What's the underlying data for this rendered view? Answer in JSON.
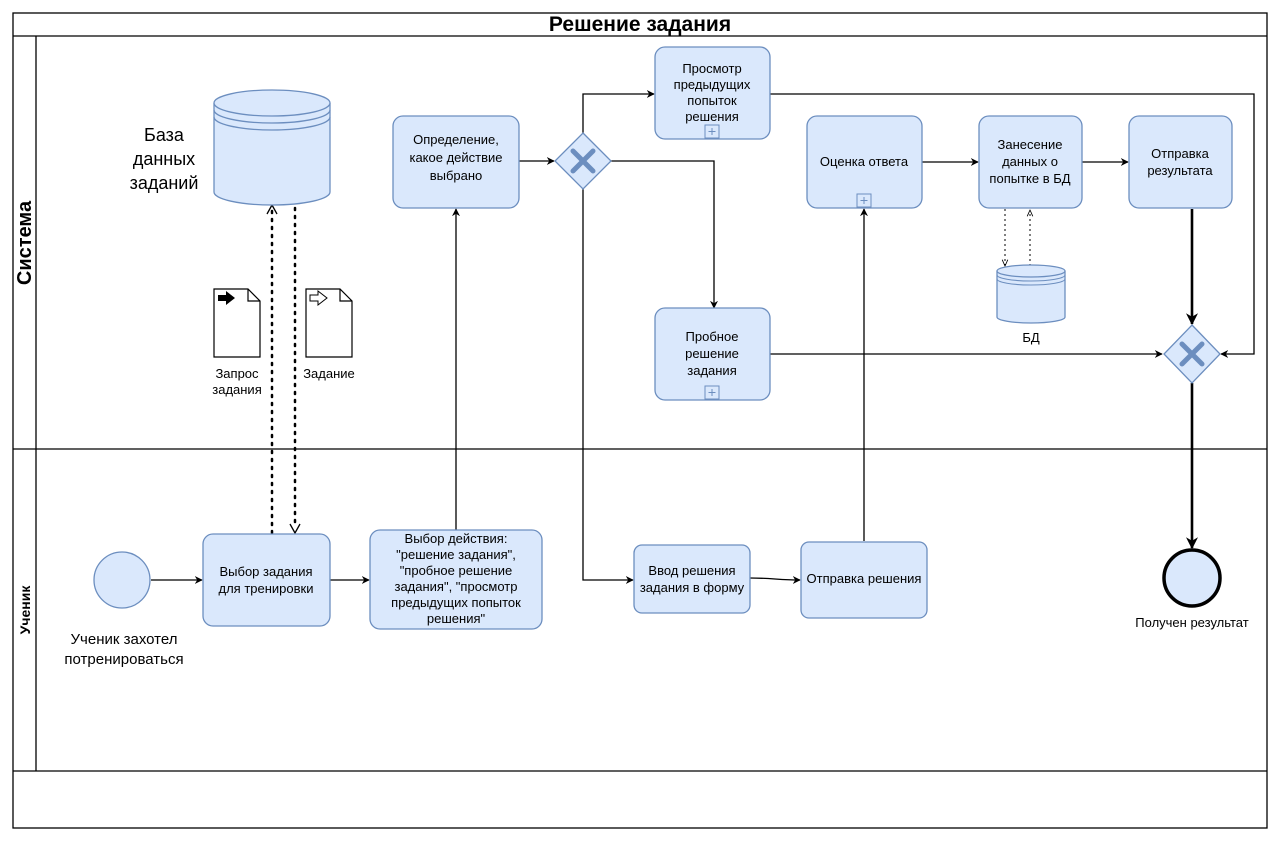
{
  "title": "Решение задания",
  "lanes": {
    "system": "Система",
    "student": "Ученик"
  },
  "data_stores": {
    "task_db": [
      "База",
      "данных",
      "заданий"
    ],
    "db": "БД"
  },
  "data_objects": {
    "request": [
      "Запрос",
      "задания"
    ],
    "task": "Задание"
  },
  "tasks": {
    "define_action": [
      "Определение,",
      "какое действие",
      "выбрано"
    ],
    "view_previous": [
      "Просмотр",
      "предыдущих",
      "попыток",
      "решения"
    ],
    "evaluate": "Оценка ответа",
    "save_attempt": [
      "Занесение",
      "данных о",
      "попытке в БД"
    ],
    "send_result": [
      "Отправка",
      "результата"
    ],
    "trial_solution": [
      "Пробное",
      "решение",
      "задания"
    ],
    "choose_task": [
      "Выбор задания",
      "для тренировки"
    ],
    "choose_action": [
      "Выбор действия:",
      "\"решение задания\",",
      "\"пробное решение",
      "задания\", \"просмотр",
      "предыдущих попыток",
      "решения\""
    ],
    "enter_solution": [
      "Ввод решения",
      "задания в форму"
    ],
    "send_solution": "Отправка решения"
  },
  "events": {
    "start": [
      "Ученик захотел",
      "потренироваться"
    ],
    "end": "Получен результат"
  },
  "colors": {
    "fill": "#dae8fc",
    "stroke": "#6c8ebf",
    "gateway_x": "#6c8ebf",
    "end_stroke": "#000000"
  }
}
